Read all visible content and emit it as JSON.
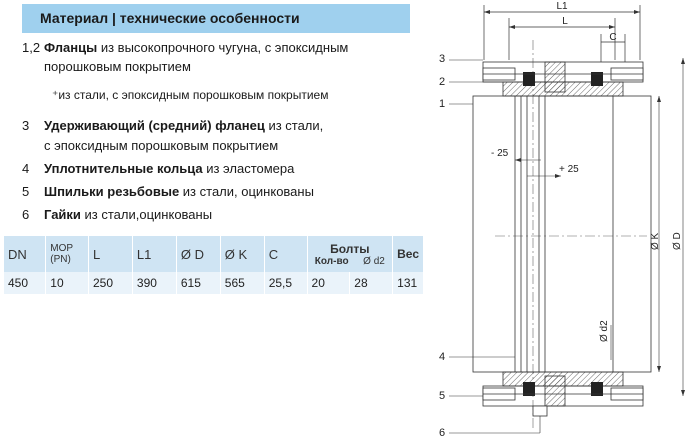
{
  "header": {
    "title": "Материал | технические особенности"
  },
  "items": [
    {
      "num": "1,2",
      "lead": "Фланцы",
      "rest": " из высокопрочного чугуна, с эпоксидным",
      "cont": "порошковым покрытием"
    },
    {
      "note": "⁺из стали,  с эпоксидным порошковым покрытием"
    },
    {
      "num": "3",
      "lead": "Удерживающий (средний) фланец",
      "rest": " из стали,",
      "cont": "с эпоксидным порошковым покрытием"
    },
    {
      "num": "4",
      "lead": "Уплотнительные кольца",
      "rest": " из эластомера"
    },
    {
      "num": "5",
      "lead": "Шпильки резьбовые",
      "rest": " из стали, оцинкованы"
    },
    {
      "num": "6",
      "lead": "Гайки",
      "rest": " из стали,оцинкованы"
    }
  ],
  "table": {
    "headers": {
      "dn": "DN",
      "mop": "МОР",
      "pn": "(PN)",
      "l": "L",
      "l1": "L1",
      "od": "Ø D",
      "ok": "Ø K",
      "c": "C",
      "bolts": "Болты",
      "bolt_count": "Кол-во",
      "bolt_d2": "Ø d2",
      "weight": "Вес"
    },
    "row": {
      "dn": "450",
      "mop": "10",
      "l": "250",
      "l1": "390",
      "od": "615",
      "ok": "565",
      "c": "25,5",
      "bolt_count": "20",
      "bolt_d2": "28",
      "weight": "131"
    }
  },
  "drawing": {
    "dim_l1": "L1",
    "dim_l": "L",
    "dim_c": "C",
    "minus25": "- 25",
    "plus25": "+ 25",
    "ok": "Ø K",
    "od": "Ø D",
    "d2": "Ø d2",
    "callouts": [
      "3",
      "2",
      "1",
      "4",
      "5",
      "6"
    ]
  }
}
